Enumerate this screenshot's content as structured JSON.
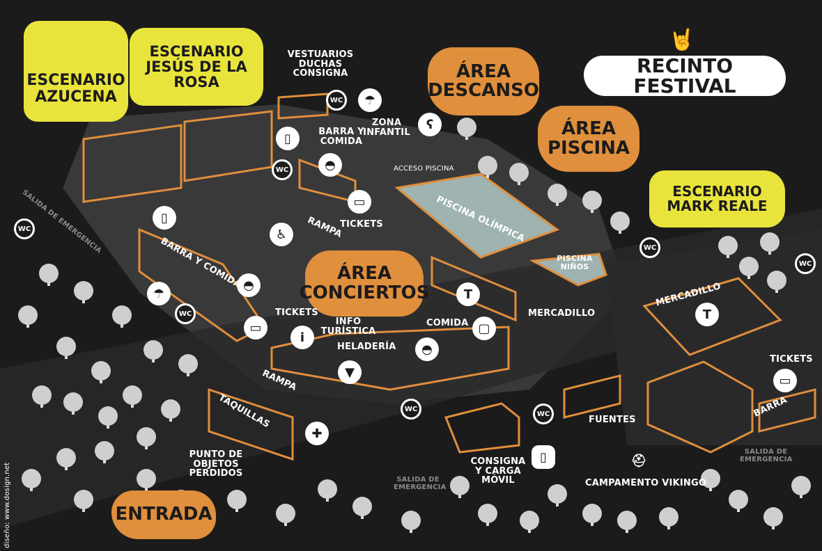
{
  "title": "RECINTO FESTIVAL",
  "stages": {
    "azucena": "ESCENARIO AZUCENA",
    "jesus": "ESCENARIO JESÚS DE LA ROSA",
    "mark": "ESCENARIO MARK REALE"
  },
  "areas": {
    "descanso": "ÁREA DESCANSO",
    "piscina": "ÁREA PISCINA",
    "conciertos": "ÁREA CONCIERTOS",
    "entrada": "ENTRADA"
  },
  "labels": {
    "vestuarios": "VESTUARIOS DUCHAS CONSIGNA",
    "barra_comida_1": "BARRA Y COMIDA",
    "barra_comida_2": "BARRA Y COMIDA",
    "zona_infantil": "ZONA INFANTIL",
    "acceso_piscina": "ACCESO PISCINA",
    "piscina_olimpica": "PISCINA OLÍMPICA",
    "piscina_ninos": "PISCINA NIÑOS",
    "tickets_1": "TICKETS",
    "tickets_2": "TICKETS",
    "tickets_3": "TICKETS",
    "rampa_1": "RAMPA",
    "rampa_2": "RAMPA",
    "mercadillo_1": "MERCADILLO",
    "mercadillo_2": "MERCADILLO",
    "info": "INFO TURÍSTICA",
    "heladeria": "HELADERÍA",
    "comida": "COMIDA",
    "taquillas": "TAQUILLAS",
    "objetos": "PUNTO DE OBJETOS PERDIDOS",
    "consigna": "CONSIGNA Y CARGA MÓVIL",
    "fuentes": "FUENTES",
    "vikingo": "CAMPAMENTO VIKINGO",
    "barra": "BARRA",
    "salida_1": "SALIDA DE EMERGENCIA",
    "salida_2": "SALIDA DE EMERGENCIA",
    "salida_3": "SALIDA DE EMERGENCIA"
  },
  "wc": "WC",
  "credit": "diseño: www.dosign.net",
  "colors": {
    "background": "#1c1b1c",
    "ground": "#3a393a",
    "stage_yellow": "#e9e43c",
    "area_orange": "#e08f3c",
    "structure": "#e08f3c",
    "pool": "#9fb3b0"
  }
}
